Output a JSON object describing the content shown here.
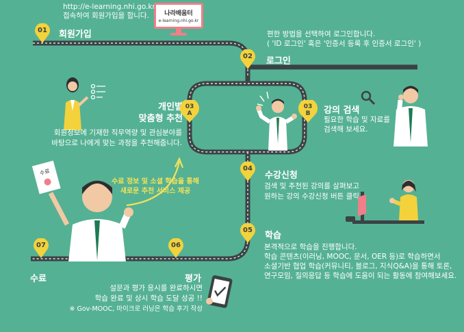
{
  "colors": {
    "background": "#55b193",
    "road": "#3a4245",
    "pin": "#f3d23c",
    "highlight": "#f3e25a"
  },
  "step01": {
    "url": "http://e-learning.nhi.go.kr",
    "desc": "접속하여 회원가입을 합니다.",
    "number": "01",
    "title": "회원가입",
    "monitor_logo": "나라배움터",
    "monitor_url": "e-learning.nhi.go.kr"
  },
  "step02": {
    "number": "02",
    "title": "로그인",
    "desc_lines": [
      "편한 방법을 선택하여 로그인합니다.",
      "( 'ID 로그인' 혹은 '인증서 등록 후 인증서 로그인' )"
    ]
  },
  "step03a": {
    "number_main": "03",
    "number_sub": "A",
    "title_lines": [
      "개인별",
      "맞춤형 추천"
    ],
    "desc_lines": [
      "회원정보에 기재한 직무역량 및 관심분야를",
      "바탕으로 나에게 맞는 과정을 추천해줍니다."
    ]
  },
  "step03b": {
    "number_main": "03",
    "number_sub": "B",
    "title": "강의 검색",
    "desc_lines": [
      "필요한 학습 및 자료를",
      "검색해 보세요."
    ]
  },
  "recommend_note": {
    "lines": [
      "수료 정보 및 소셜 학습을 통해",
      "새로운 추천 서비스 제공"
    ]
  },
  "step04": {
    "number": "04",
    "title": "수강신청",
    "desc_lines": [
      "검색 및 추천된 강의를 살펴보고",
      "원하는 강의 수강신청 버튼 클릭 !"
    ]
  },
  "step05": {
    "number": "05",
    "title": "학습",
    "desc_lines": [
      "본격적으로 학습을 진행합니다.",
      "학습 콘텐츠(이러닝, MOOC, 문서, OER 등)로 학습하면서",
      "소셜기반 협업 학습(커뮤니티, 블로그, 지식Q&A)을 통해 토론,",
      "연구모임, 질의응답 등 학습에 도움이 되는 활동에 참여해보세요."
    ]
  },
  "step06": {
    "number": "06",
    "title": "평가",
    "desc_lines": [
      "설문과 평가 응시를 완료하시면",
      "학습 완료 및 상시 학습 도달 성공 !!",
      "※ Gov-MOOC, 마이크로 러닝은 학습 후기 작성"
    ]
  },
  "step07": {
    "number": "07",
    "title": "수료"
  },
  "certificate_label": "수료"
}
